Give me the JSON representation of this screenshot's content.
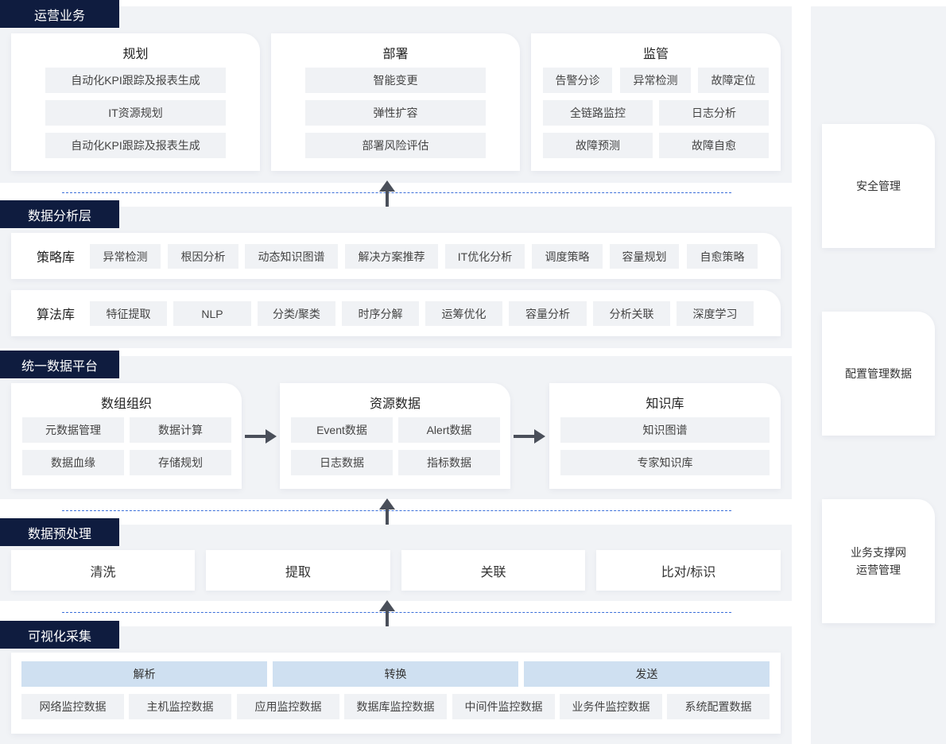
{
  "ops": {
    "label": "运营业务",
    "planning": {
      "title": "规划",
      "items": [
        "自动化KPI跟踪及报表生成",
        "IT资源规划",
        "自动化KPI跟踪及报表生成"
      ]
    },
    "deploy": {
      "title": "部署",
      "items": [
        "智能变更",
        "弹性扩容",
        "部署风险评估"
      ]
    },
    "monitor": {
      "title": "监管",
      "row1": [
        "告警分诊",
        "异常检测",
        "故障定位"
      ],
      "row2": [
        "全链路监控",
        "日志分析"
      ],
      "row3": [
        "故障预测",
        "故障自愈"
      ]
    }
  },
  "analysis": {
    "label": "数据分析层",
    "strategy": {
      "title": "策略库",
      "items": [
        "异常检测",
        "根因分析",
        "动态知识图谱",
        "解决方案推荐",
        "IT优化分析",
        "调度策略",
        "容量规划",
        "自愈策略"
      ]
    },
    "algorithm": {
      "title": "算法库",
      "items": [
        "特征提取",
        "NLP",
        "分类/聚类",
        "时序分解",
        "运筹优化",
        "容量分析",
        "分析关联",
        "深度学习"
      ]
    }
  },
  "platform": {
    "label": "统一数据平台",
    "org": {
      "title": "数组组织",
      "items": [
        "元数据管理",
        "数据计算",
        "数据血缘",
        "存储规划"
      ]
    },
    "resource": {
      "title": "资源数据",
      "items": [
        "Event数据",
        "Alert数据",
        "日志数据",
        "指标数据"
      ]
    },
    "knowledge": {
      "title": "知识库",
      "items": [
        "知识图谱",
        "专家知识库"
      ]
    }
  },
  "preprocess": {
    "label": "数据预处理",
    "items": [
      "清洗",
      "提取",
      "关联",
      "比对/标识"
    ]
  },
  "collect": {
    "label": "可视化采集",
    "stages": [
      "解析",
      "转换",
      "发送"
    ],
    "sources": [
      "网络监控数据",
      "主机监控数据",
      "应用监控数据",
      "数据库监控数据",
      "中间件监控数据",
      "业务件监控数据",
      "系统配置数据"
    ]
  },
  "side": {
    "security": "安全管理",
    "config": "配置管理数据",
    "bss_line1": "业务支撑网",
    "bss_line2": "运营管理"
  },
  "colors": {
    "label_bg": "#0f1c3f",
    "dash": "#3b6fd9",
    "stage_bg": "#cfe0f1",
    "band_bg": "#f1f3f6"
  }
}
